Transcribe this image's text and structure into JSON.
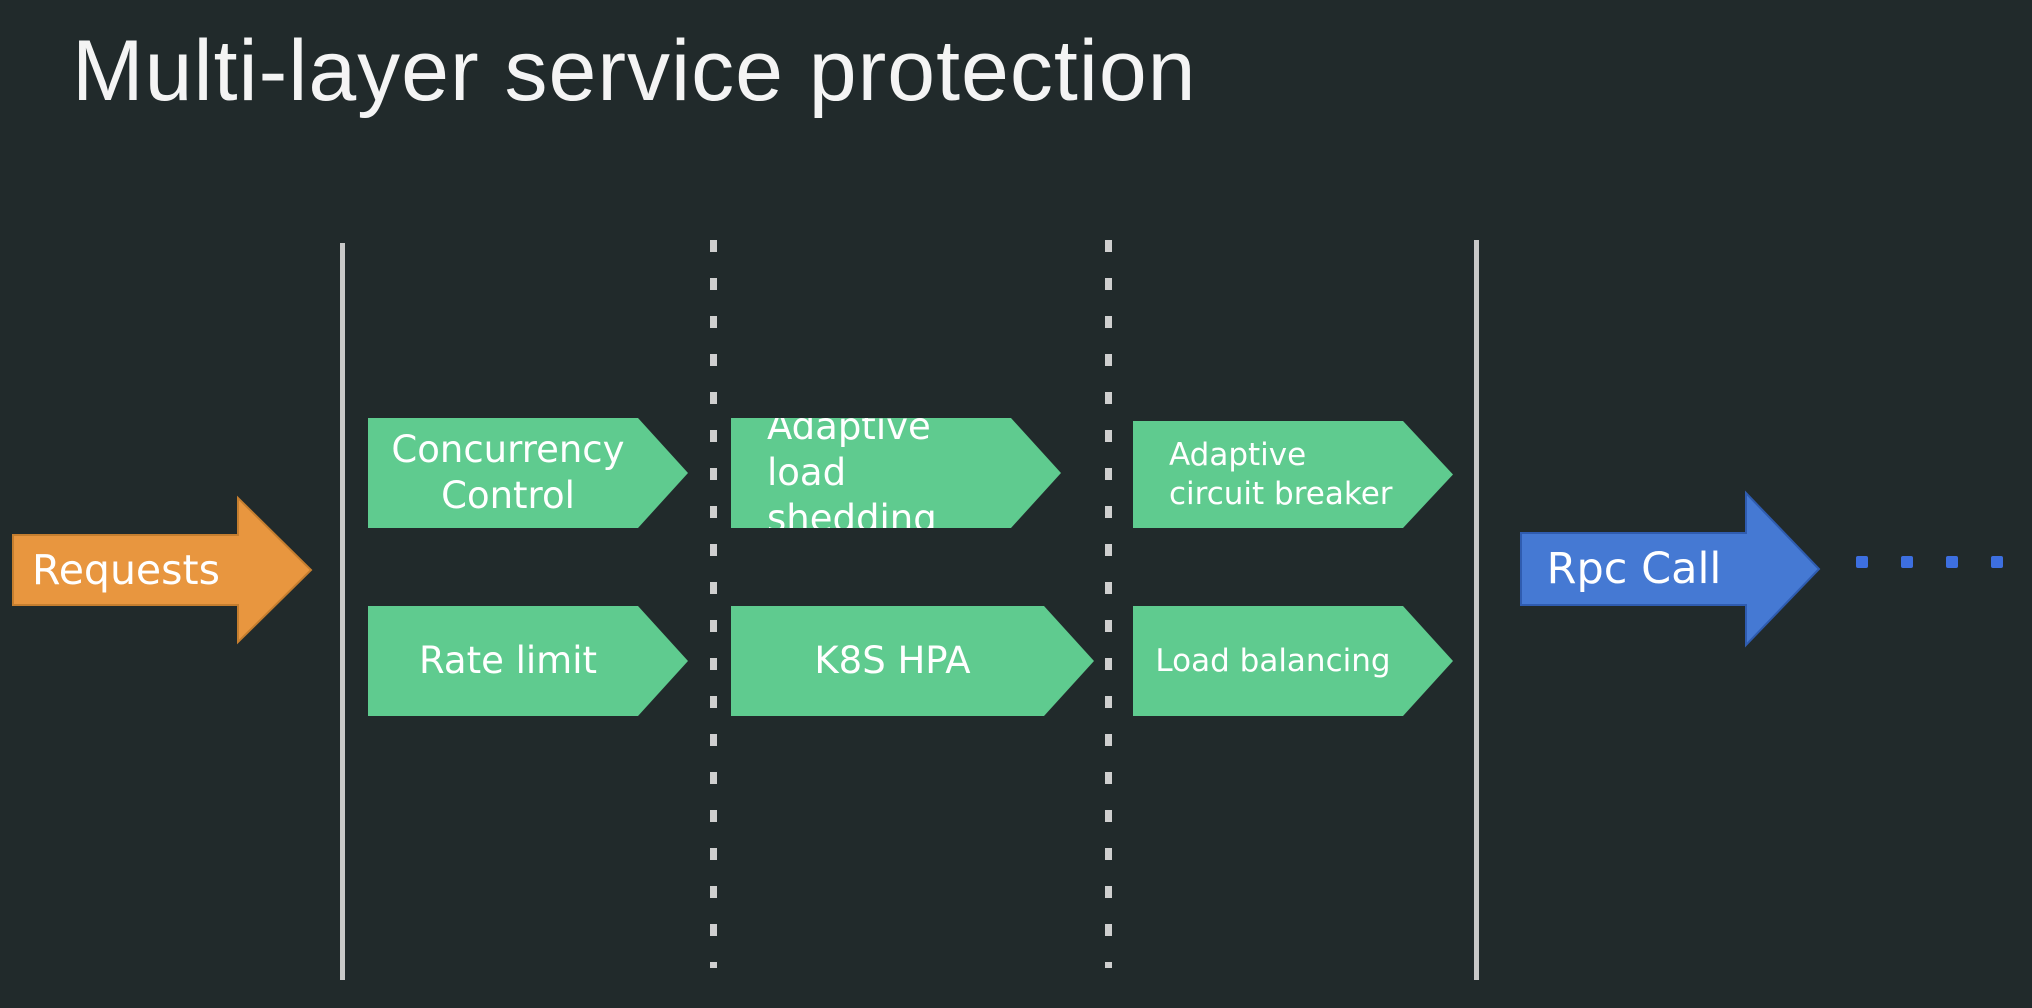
{
  "title": "Multi-layer service protection",
  "flow": {
    "input": {
      "label": "Requests"
    },
    "output": {
      "label": "Rpc Call"
    },
    "boxes": [
      {
        "label": "Concurrency Control"
      },
      {
        "label": "Adaptive load shedding"
      },
      {
        "label": "Adaptive circuit breaker"
      },
      {
        "label": "Rate limit"
      },
      {
        "label": "K8S HPA"
      },
      {
        "label": "Load balancing"
      }
    ]
  },
  "colors": {
    "background": "#212A2B",
    "stage_green": "#5FCB8F",
    "arrow_orange": "#E8963F",
    "arrow_orange_border": "#C57E2F",
    "arrow_blue": "#4579D3",
    "arrow_blue_border": "#2F5CB0",
    "divider_gray": "#C8C8C8",
    "dot_blue": "#3D6FE0",
    "text_white": "#FFFFFF"
  }
}
